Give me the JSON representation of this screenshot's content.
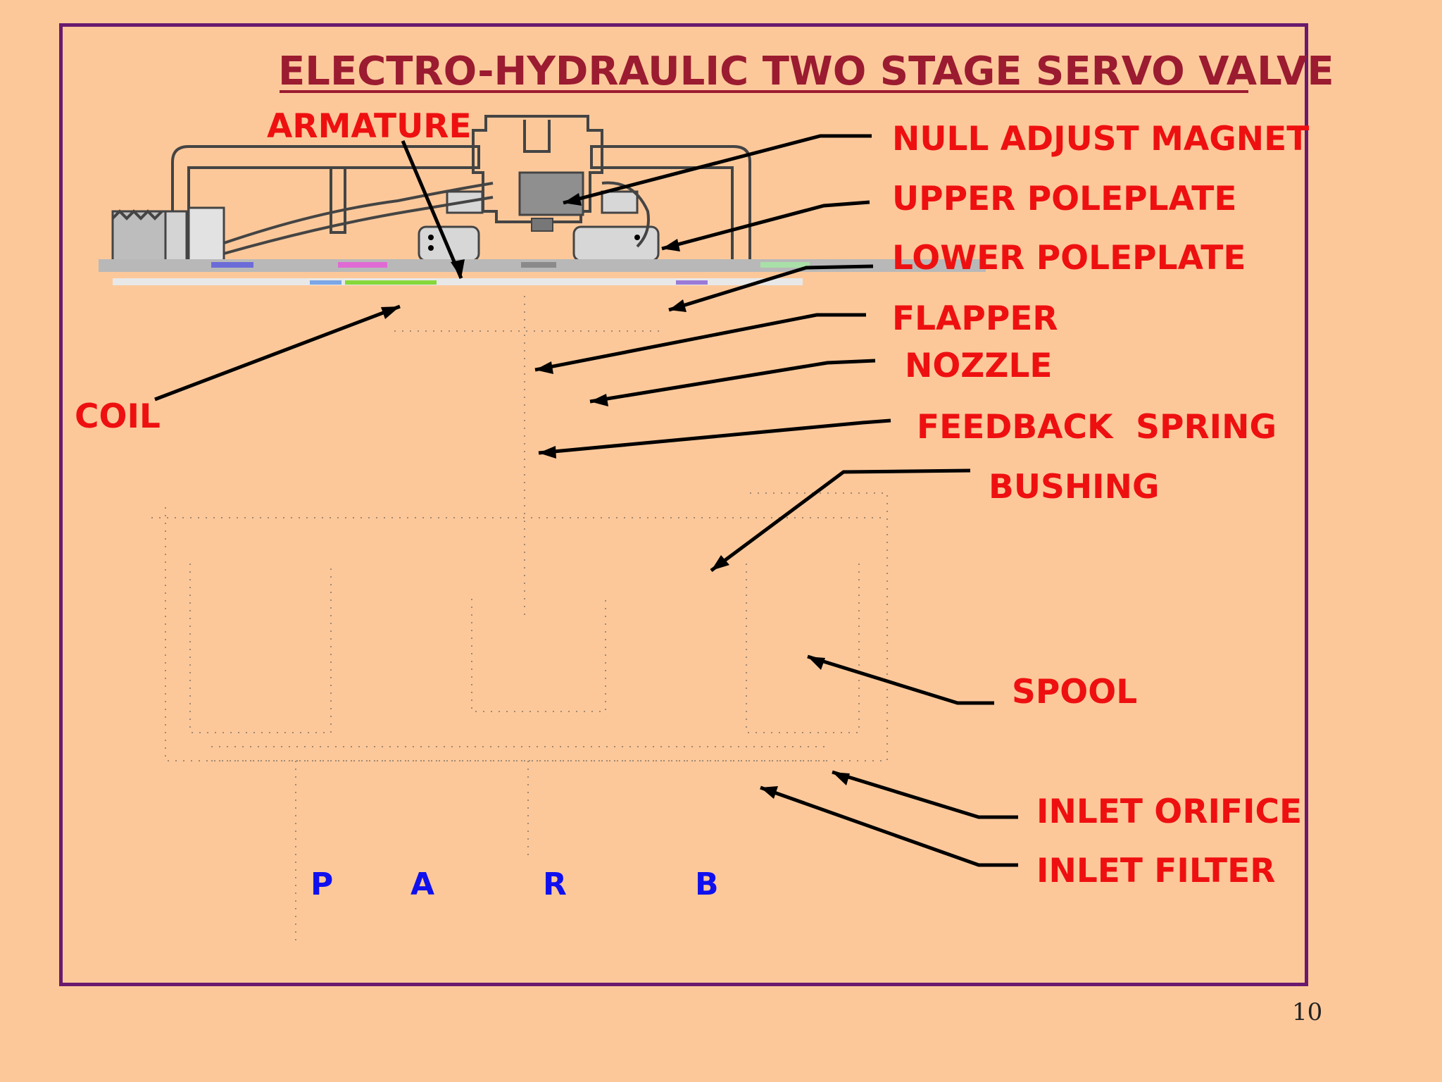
{
  "slide": {
    "title": "ELECTRO-HYDRAULIC TWO STAGE SERVO VALVE",
    "page_number": "10",
    "colors": {
      "background": "#fcc89a",
      "frame": "#6a1a6e",
      "title": "#9b1b30",
      "labels": "#ee1010",
      "ports": "#1010ee"
    }
  },
  "labels": {
    "armature": "ARMATURE",
    "null_adjust_magnet": "NULL ADJUST MAGNET",
    "upper_poleplate": "UPPER POLEPLATE",
    "lower_poleplate": "LOWER POLEPLATE",
    "flapper": "FLAPPER",
    "nozzle": "NOZZLE",
    "feedback_spring": "FEEDBACK  SPRING",
    "bushing": "BUSHING",
    "coil": "COIL",
    "spool": "SPOOL",
    "inlet_orifice": "INLET ORIFICE",
    "inlet_filter": "INLET FILTER"
  },
  "ports": {
    "p": "P",
    "a": "A",
    "r": "R",
    "b": "B"
  }
}
